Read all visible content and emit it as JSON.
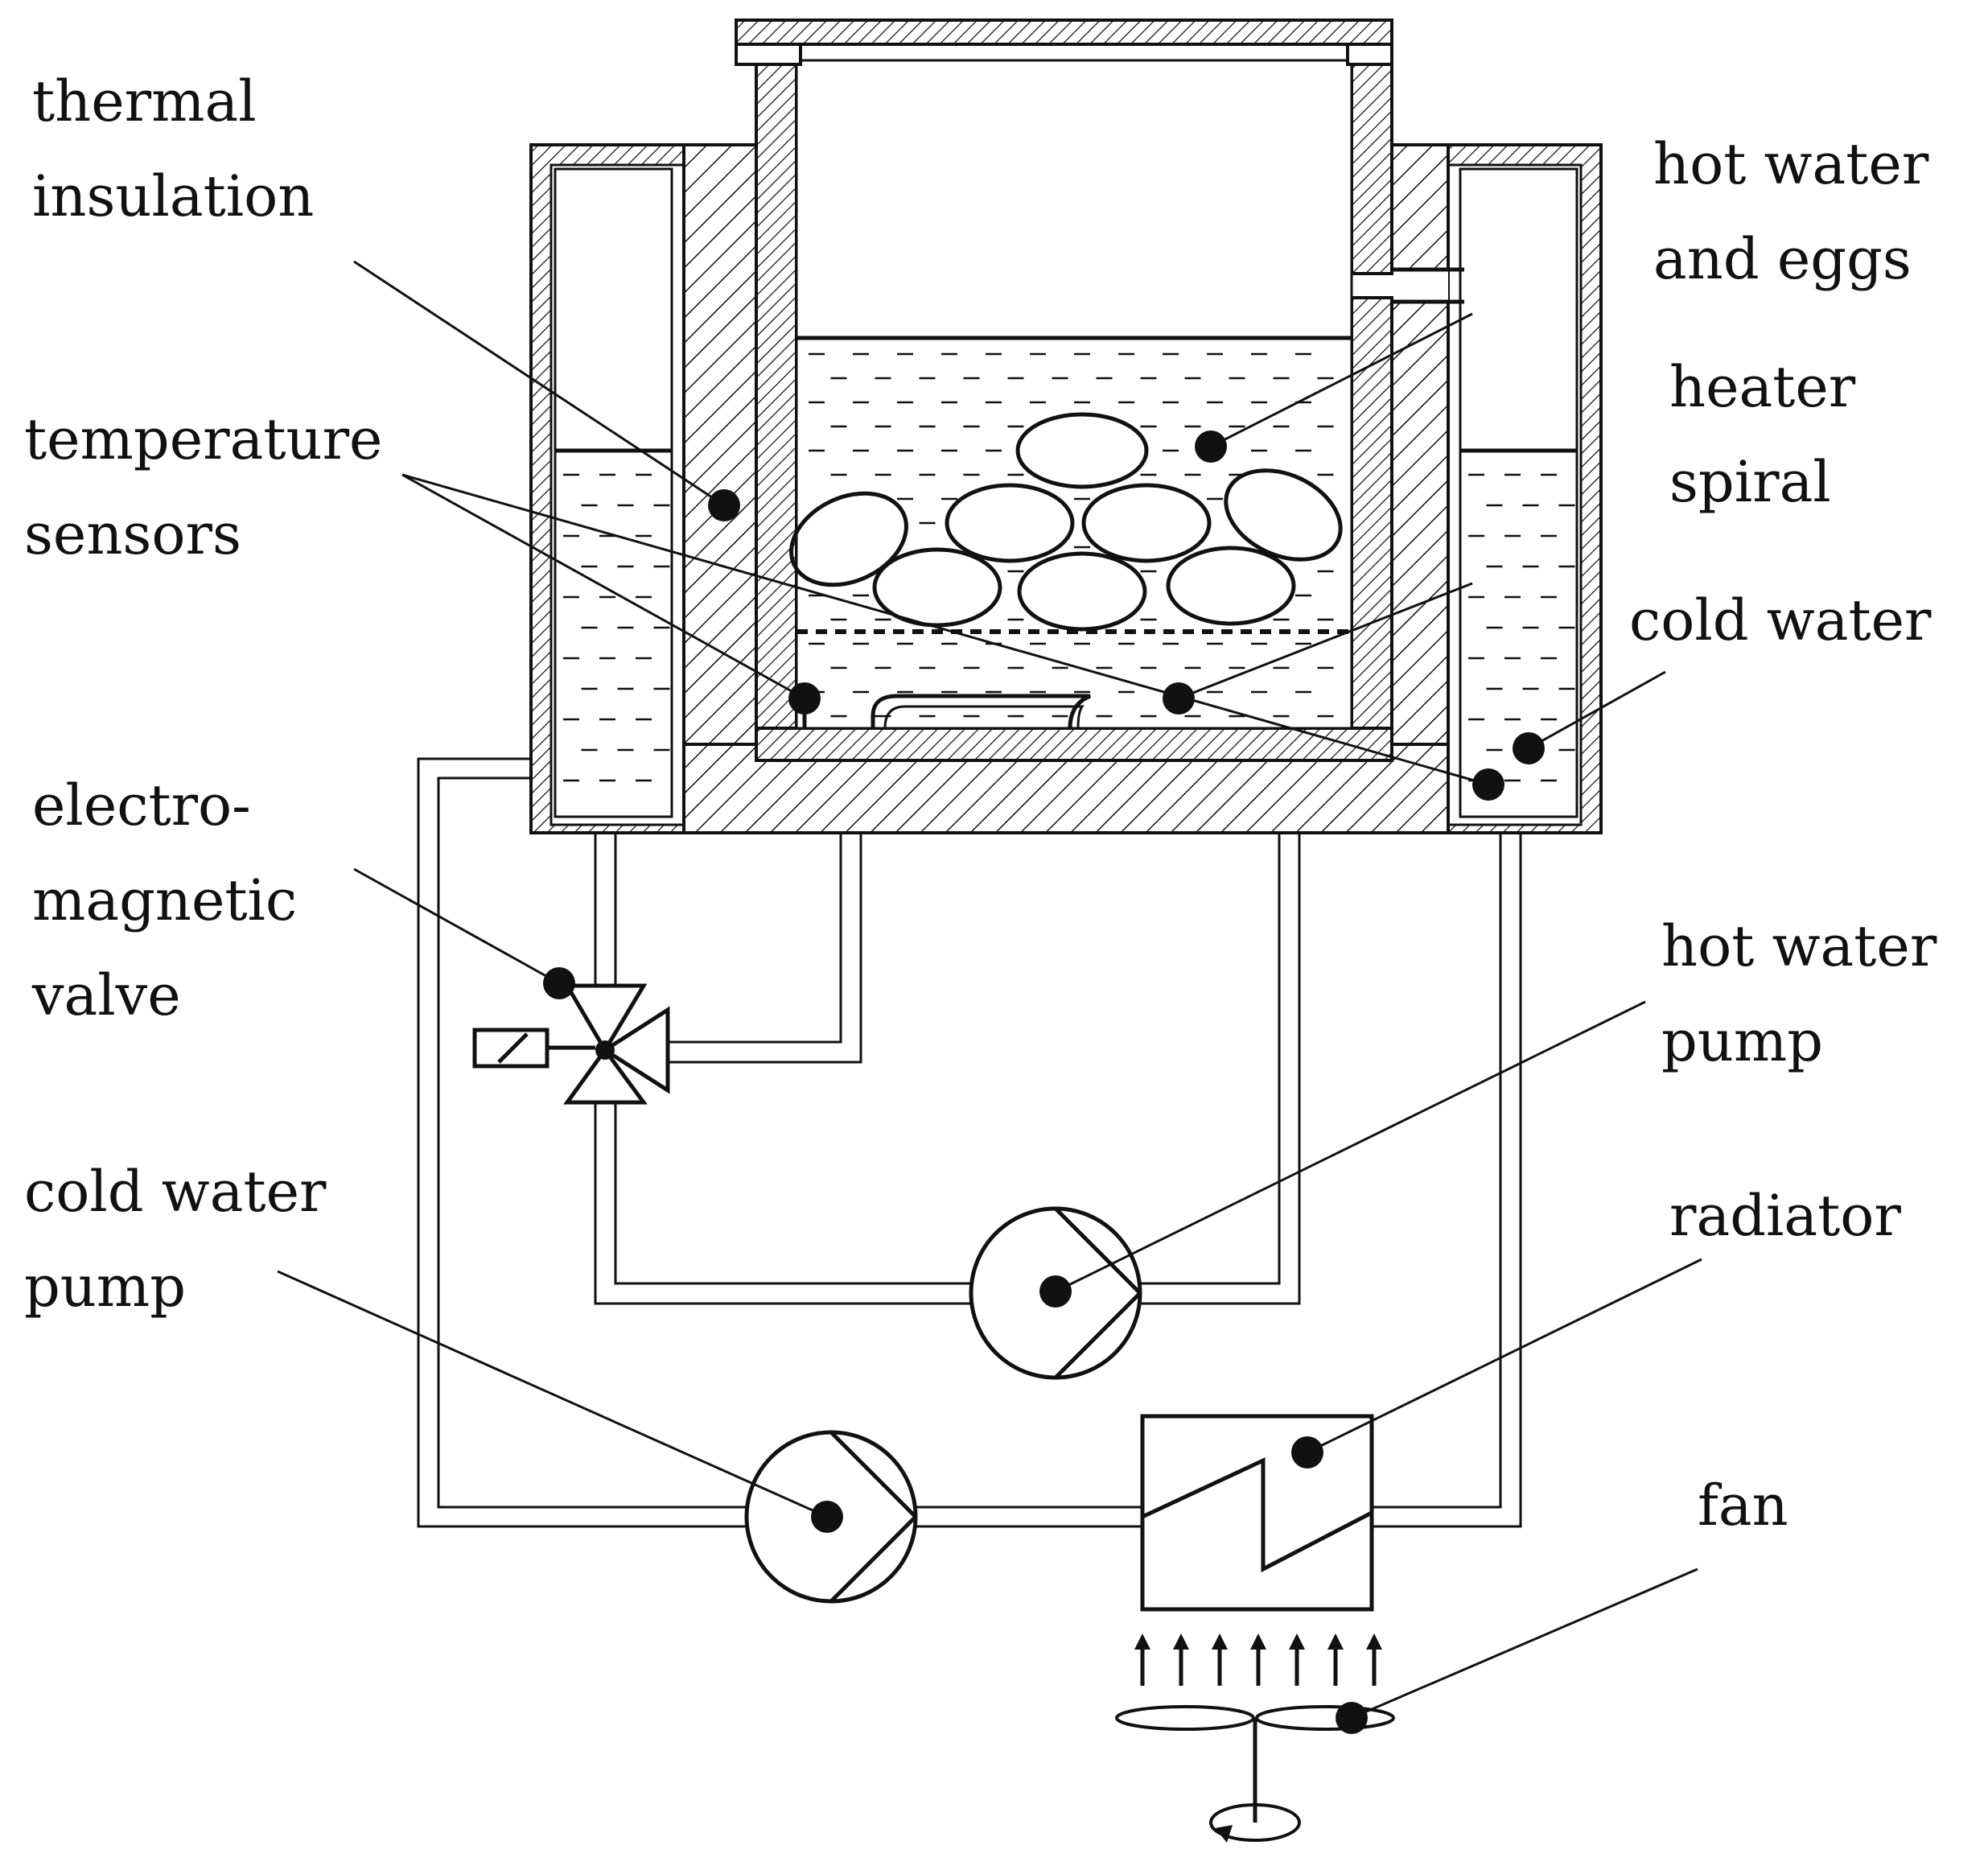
{
  "labels": {
    "thermal_insulation": [
      "thermal",
      "insulation"
    ],
    "temperature_sensors": [
      "temperature",
      "sensors"
    ],
    "electromagnetic_valve": [
      "electro-",
      "magnetic",
      "valve"
    ],
    "cold_water_pump": [
      "cold water",
      "pump"
    ],
    "hot_water_and_eggs": [
      "hot water",
      "and eggs"
    ],
    "heater_spiral": [
      "heater",
      "spiral"
    ],
    "cold_water": [
      "cold water"
    ],
    "hot_water_pump": [
      "hot water",
      "pump"
    ],
    "radiator": [
      "radiator"
    ],
    "fan": [
      "fan"
    ]
  }
}
